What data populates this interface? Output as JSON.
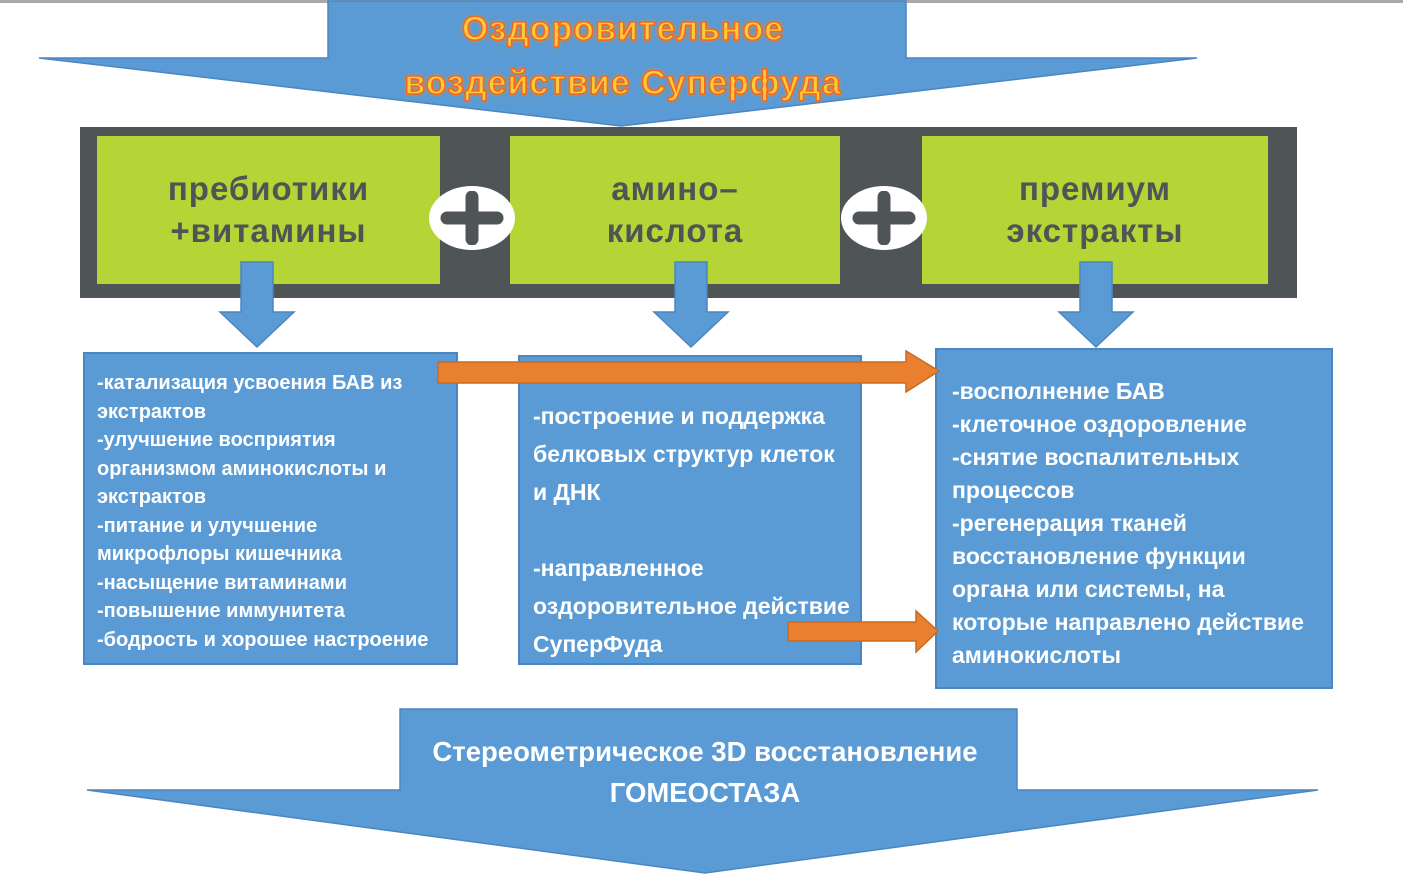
{
  "slide": {
    "background": "#ffffff"
  },
  "colors": {
    "blue_shape": "#5b9bd5",
    "blue_shape_border": "#41719c",
    "banner_dark": "#4f5557",
    "ingredient_green": "#b5d435",
    "flow_orange": "#e8802f",
    "flow_orange_border": "#c96a20",
    "title_yellow": "#ffc93c",
    "title_outline_orange": "#f26822",
    "box_text_white": "#ffffff"
  },
  "icons": {
    "plus_icon": "+",
    "down_arrow_icon": "▼",
    "right_arrow_icon": "→"
  },
  "top_arrow": {
    "line1": "Оздоровительное",
    "line2": "воздействие Суперфуда"
  },
  "ingredients": {
    "items": [
      {
        "label": "пребиотики\n+витамины"
      },
      {
        "label": "амино–\nкислота"
      },
      {
        "label": "премиум\nэкстракты"
      }
    ]
  },
  "effects": {
    "boxes": [
      {
        "text": "-катализация усвоения БАВ из\nэкстрактов\n-улучшение восприятия\nорганизмом аминокислоты и\nэкстрактов\n-питание и улучшение\nмикрофлоры кишечника\n-насыщение витаминами\n-повышение иммунитета\n-бодрость и хорошее настроение"
      },
      {
        "text": "-построение и поддержка\nбелковых структур клеток\nи ДНК\n\n-направленное\nоздоровительное действие\nСуперФуда"
      },
      {
        "text": "-восполнение БАВ\n-клеточное оздоровление\n-снятие воспалительных\nпроцессов\n-регенерация тканей\nвосстановление функции\nоргана или системы, на\nкоторые направлено действие\nаминокислоты"
      }
    ]
  },
  "bottom_arrow": {
    "line1": "Стереометрическое 3D восстановление",
    "line2": "ГОМЕОСТАЗА"
  }
}
